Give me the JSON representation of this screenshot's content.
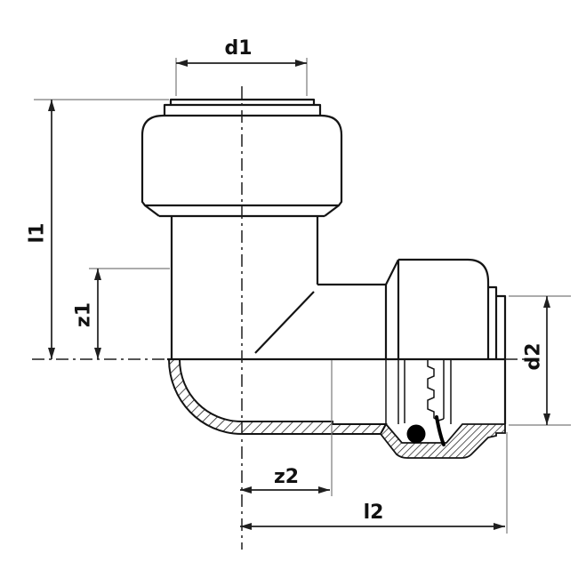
{
  "drawing": {
    "labels": {
      "d1": "d1",
      "l1": "l1",
      "z1": "z1",
      "d2": "d2",
      "z2": "z2",
      "l2": "l2"
    },
    "colors": {
      "outline": "#141414",
      "dimension_line": "#1f1f1f",
      "extension_line": "#7a7a7a",
      "hatch": "#141414",
      "o_ring": "#000000",
      "background": "#ffffff"
    }
  }
}
